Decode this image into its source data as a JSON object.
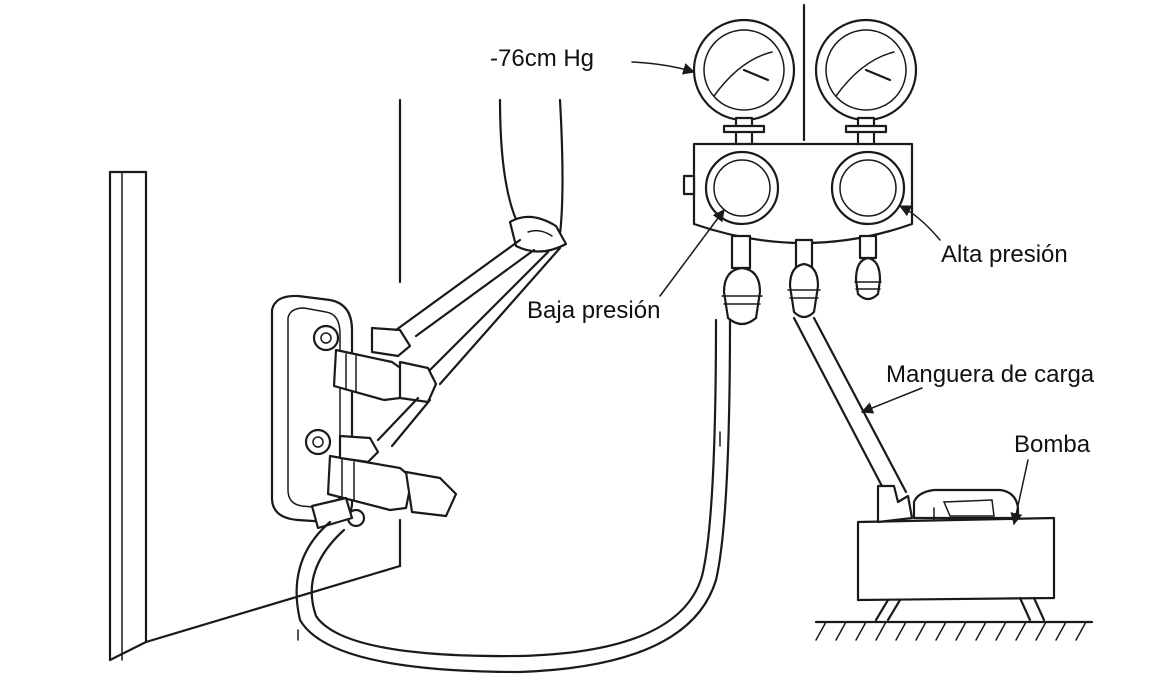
{
  "labels": {
    "vacuum_reading": "-76cm Hg",
    "high_pressure": "Alta presión",
    "low_pressure": "Baja presión",
    "charge_hose": "Manguera de carga",
    "pump": "Bomba"
  },
  "colors": {
    "line": "#1a1a1a",
    "background": "#ffffff"
  }
}
